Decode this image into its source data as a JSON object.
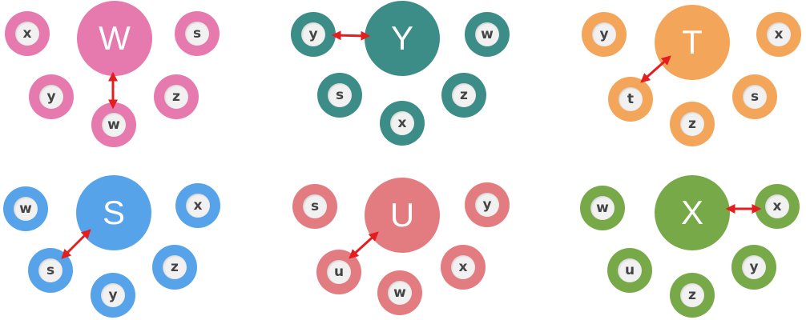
{
  "clusters": [
    {
      "id": "W",
      "label": "W",
      "color": "#e679ad",
      "items": [
        "x",
        "s",
        "y",
        "z",
        "w"
      ],
      "linked": "w"
    },
    {
      "id": "Y",
      "label": "Y",
      "color": "#3c8d88",
      "items": [
        "y",
        "w",
        "s",
        "z",
        "x"
      ],
      "linked": "y"
    },
    {
      "id": "T",
      "label": "T",
      "color": "#f3a55a",
      "items": [
        "y",
        "x",
        "t",
        "s",
        "z"
      ],
      "linked": "t"
    },
    {
      "id": "S",
      "label": "S",
      "color": "#56a3ea",
      "items": [
        "w",
        "x",
        "s",
        "z",
        "y"
      ],
      "linked": "s"
    },
    {
      "id": "U",
      "label": "U",
      "color": "#e37c80",
      "items": [
        "s",
        "y",
        "u",
        "x",
        "w"
      ],
      "linked": "u"
    },
    {
      "id": "X",
      "label": "X",
      "color": "#78a949",
      "items": [
        "w",
        "x",
        "u",
        "y",
        "z"
      ],
      "linked": "x"
    }
  ],
  "arrow_color": "#e41e1e"
}
